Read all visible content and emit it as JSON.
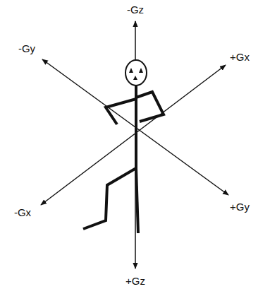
{
  "diagram": {
    "labels": [
      "-Gz",
      "-Gy",
      "+Gx",
      "-Gx",
      "+Gy",
      "+Gz"
    ]
  }
}
